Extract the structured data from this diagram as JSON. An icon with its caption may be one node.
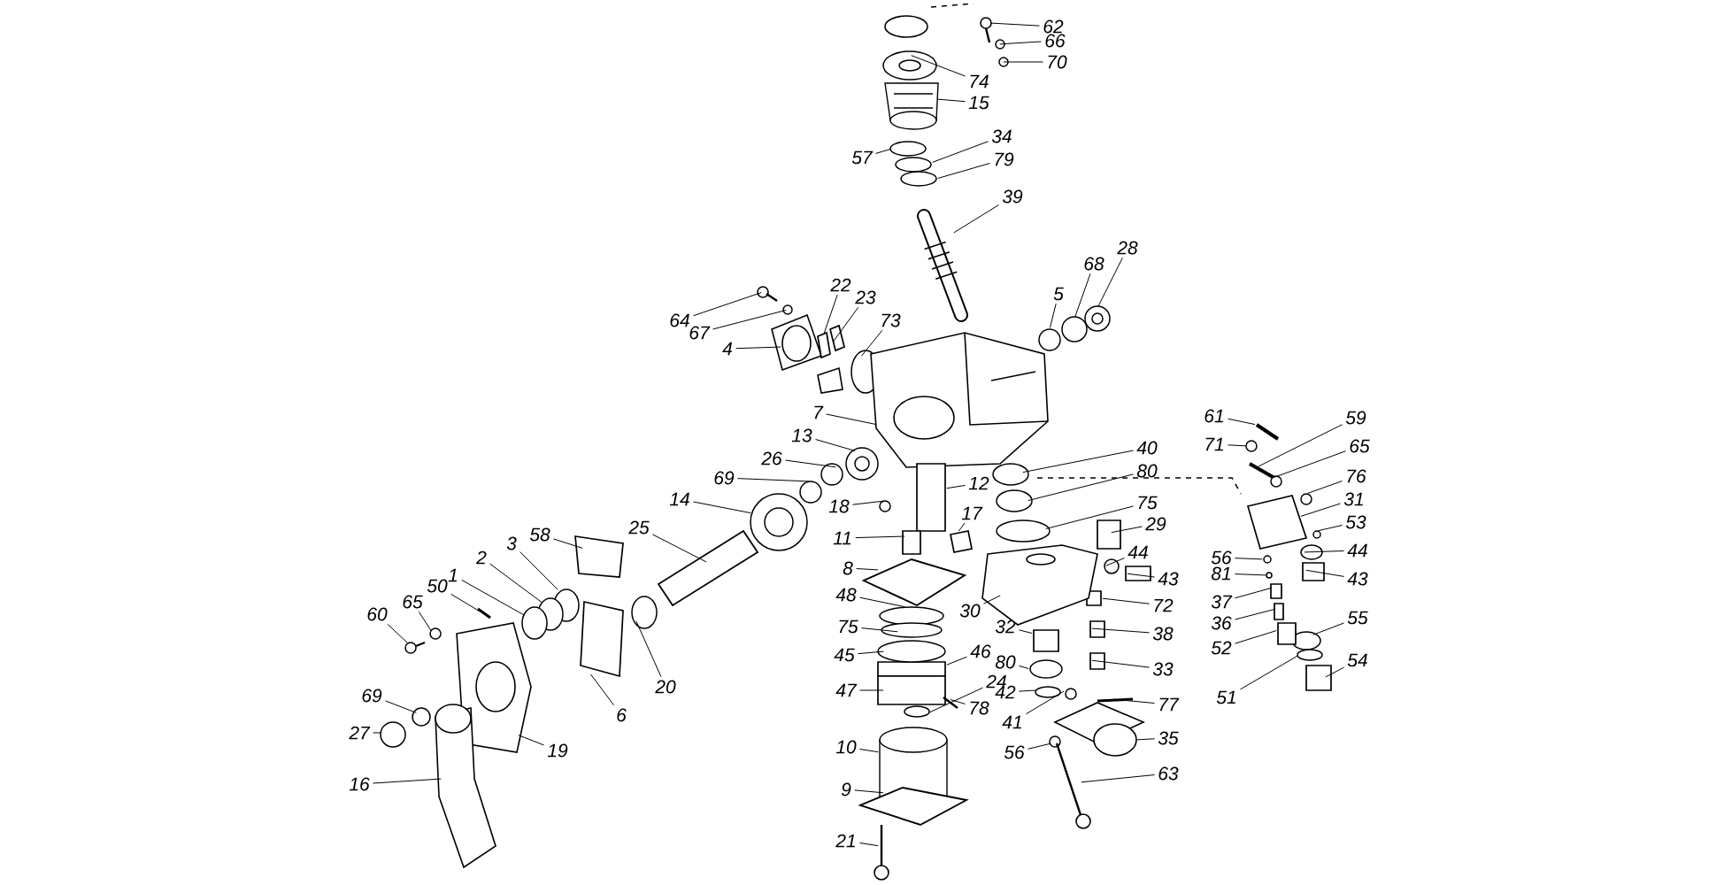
{
  "diagram": {
    "nodes": [
      {
        "text": [
          "62"
        ]
      },
      {
        "text": [
          "66"
        ]
      },
      {
        "text": [
          "70"
        ]
      },
      {
        "text": [
          "74"
        ]
      },
      {
        "text": [
          "15"
        ]
      },
      {
        "text": [
          "34"
        ]
      },
      {
        "text": [
          "57"
        ]
      },
      {
        "text": [
          "79"
        ]
      },
      {
        "text": [
          "39"
        ]
      },
      {
        "text": [
          "64"
        ]
      },
      {
        "text": [
          "67"
        ]
      },
      {
        "text": [
          "4"
        ]
      },
      {
        "text": [
          "22"
        ]
      },
      {
        "text": [
          "23"
        ]
      },
      {
        "text": [
          "73"
        ]
      },
      {
        "text": [
          "5"
        ]
      },
      {
        "text": [
          "68"
        ]
      },
      {
        "text": [
          "28"
        ]
      },
      {
        "text": [
          "7"
        ]
      },
      {
        "text": [
          "61"
        ]
      },
      {
        "text": [
          "59"
        ]
      },
      {
        "text": [
          "13"
        ]
      },
      {
        "text": [
          "71"
        ]
      },
      {
        "text": [
          "65"
        ]
      },
      {
        "text": [
          "40"
        ]
      },
      {
        "text": [
          "26"
        ]
      },
      {
        "text": [
          "80"
        ]
      },
      {
        "text": [
          "76"
        ]
      },
      {
        "text": [
          "12"
        ]
      },
      {
        "text": [
          "69"
        ]
      },
      {
        "text": [
          "75"
        ]
      },
      {
        "text": [
          "31"
        ]
      },
      {
        "text": [
          "14"
        ]
      },
      {
        "text": [
          "18"
        ]
      },
      {
        "text": [
          "17"
        ]
      },
      {
        "text": [
          "53"
        ]
      },
      {
        "text": [
          "29"
        ]
      },
      {
        "text": [
          "25"
        ]
      },
      {
        "text": [
          "58"
        ]
      },
      {
        "text": [
          "11"
        ]
      },
      {
        "text": [
          "3"
        ]
      },
      {
        "text": [
          "44"
        ]
      },
      {
        "text": [
          "44"
        ]
      },
      {
        "text": [
          "2"
        ]
      },
      {
        "text": [
          "56"
        ]
      },
      {
        "text": [
          "8"
        ]
      },
      {
        "text": [
          "43"
        ]
      },
      {
        "text": [
          "43"
        ]
      },
      {
        "text": [
          "81"
        ]
      },
      {
        "text": [
          "1"
        ]
      },
      {
        "text": [
          "50"
        ]
      },
      {
        "text": [
          "48"
        ]
      },
      {
        "text": [
          "65"
        ]
      },
      {
        "text": [
          "37"
        ]
      },
      {
        "text": [
          "72"
        ]
      },
      {
        "text": [
          "30"
        ]
      },
      {
        "text": [
          "60"
        ]
      },
      {
        "text": [
          "36"
        ]
      },
      {
        "text": [
          "55"
        ]
      },
      {
        "text": [
          "75"
        ]
      },
      {
        "text": [
          "32"
        ]
      },
      {
        "text": [
          "38"
        ]
      },
      {
        "text": [
          "52"
        ]
      },
      {
        "text": [
          "46"
        ]
      },
      {
        "text": [
          "45"
        ]
      },
      {
        "text": [
          "54"
        ]
      },
      {
        "text": [
          "80"
        ]
      },
      {
        "text": [
          "33"
        ]
      },
      {
        "text": [
          "20"
        ]
      },
      {
        "text": [
          "47"
        ]
      },
      {
        "text": [
          "24"
        ]
      },
      {
        "text": [
          "42"
        ]
      },
      {
        "text": [
          "69"
        ]
      },
      {
        "text": [
          "51"
        ]
      },
      {
        "text": [
          "77"
        ]
      },
      {
        "text": [
          "78"
        ]
      },
      {
        "text": [
          "41"
        ]
      },
      {
        "text": [
          "6"
        ]
      },
      {
        "text": [
          "27"
        ]
      },
      {
        "text": [
          "10"
        ]
      },
      {
        "text": [
          "19"
        ]
      },
      {
        "text": [
          "56"
        ]
      },
      {
        "text": [
          "35"
        ]
      },
      {
        "text": [
          "63"
        ]
      },
      {
        "text": [
          "16"
        ]
      },
      {
        "text": [
          "9"
        ]
      },
      {
        "text": [
          "21"
        ]
      },
      {
        "text": [],
        "shape": "picture"
      },
      {
        "text": [],
        "shape": "circle"
      },
      {
        "text": [],
        "shape": "circle"
      },
      {
        "text": [],
        "shape": "circle"
      },
      {
        "text": [],
        "shape": "cylinder"
      },
      {
        "text": [],
        "shape": "circle"
      },
      {
        "text": [],
        "shape": "circle"
      },
      {
        "text": [],
        "shape": "circle"
      },
      {
        "text": [],
        "shape": "picture"
      },
      {
        "text": [],
        "shape": "picture"
      },
      {
        "text": [],
        "shape": "circle"
      },
      {
        "text": [],
        "shape": "picture"
      },
      {
        "text": [],
        "shape": "box"
      },
      {
        "text": [],
        "shape": "box"
      },
      {
        "text": [],
        "shape": "circle"
      },
      {
        "text": [],
        "shape": "circle"
      },
      {
        "text": [],
        "shape": "circle"
      },
      {
        "text": [],
        "shape": "circle"
      },
      {
        "text": [],
        "shape": "picture"
      },
      {
        "text": [],
        "shape": "bar"
      },
      {
        "text": [],
        "shape": "bar"
      },
      {
        "text": [],
        "shape": "circle"
      },
      {
        "text": [],
        "shape": "circle"
      },
      {
        "text": [],
        "shape": "circle"
      },
      {
        "text": [],
        "shape": "circle"
      },
      {
        "text": [],
        "shape": "circle"
      },
      {
        "text": [],
        "shape": "circle"
      },
      {
        "text": [],
        "shape": "circle"
      },
      {
        "text": [],
        "shape": "box"
      },
      {
        "text": [],
        "shape": "circle"
      },
      {
        "text": [],
        "shape": "circle"
      },
      {
        "text": [],
        "shape": "box"
      },
      {
        "text": [],
        "shape": "circle"
      },
      {
        "text": [],
        "shape": "circle"
      },
      {
        "text": [],
        "shape": "box"
      },
      {
        "text": [],
        "shape": "circle"
      },
      {
        "text": [],
        "shape": "box"
      },
      {
        "text": [],
        "shape": "bar"
      },
      {
        "text": [],
        "shape": "box"
      },
      {
        "text": [],
        "shape": "box"
      },
      {
        "text": [],
        "shape": "circle"
      },
      {
        "text": [],
        "shape": "circle"
      },
      {
        "text": [],
        "shape": "circle"
      },
      {
        "text": [],
        "shape": "circle"
      },
      {
        "text": [],
        "shape": "circle"
      },
      {
        "text": [],
        "shape": "diamond"
      },
      {
        "text": [],
        "shape": "box"
      },
      {
        "text": [],
        "shape": "box"
      },
      {
        "text": [],
        "shape": "circle"
      },
      {
        "text": [],
        "shape": "circle"
      },
      {
        "text": [],
        "shape": "bar"
      },
      {
        "text": [],
        "shape": "circle"
      },
      {
        "text": [],
        "shape": "circle"
      },
      {
        "text": [],
        "shape": "box"
      },
      {
        "text": [],
        "shape": "box"
      },
      {
        "text": [],
        "shape": "picture"
      },
      {
        "text": [],
        "shape": "circle"
      },
      {
        "text": [],
        "shape": "box"
      },
      {
        "text": [],
        "shape": "circle"
      },
      {
        "text": [],
        "shape": "circle"
      },
      {
        "text": [],
        "shape": "box"
      },
      {
        "text": [],
        "shape": "box"
      },
      {
        "text": [],
        "shape": "box"
      },
      {
        "text": [],
        "shape": "box"
      },
      {
        "text": [],
        "shape": "circle"
      },
      {
        "text": [],
        "shape": "box"
      },
      {
        "text": [],
        "shape": "circle"
      },
      {
        "text": [],
        "shape": "box"
      },
      {
        "text": [],
        "shape": "circle"
      },
      {
        "text": [],
        "shape": "box"
      },
      {
        "text": [],
        "shape": "circle"
      },
      {
        "text": [],
        "shape": "circle"
      },
      {
        "text": [],
        "shape": "circle"
      },
      {
        "text": [],
        "shape": "circle"
      },
      {
        "text": [],
        "shape": "bar"
      },
      {
        "text": [],
        "shape": "bar"
      },
      {
        "text": [],
        "shape": "circle"
      },
      {
        "text": [],
        "shape": "box"
      },
      {
        "text": [],
        "shape": "circle"
      },
      {
        "text": [],
        "shape": "cylinder"
      },
      {
        "text": [],
        "shape": "picture"
      },
      {
        "text": [],
        "shape": "circle"
      },
      {
        "text": [],
        "shape": "picture"
      },
      {
        "text": [],
        "shape": "picture"
      },
      {
        "text": [],
        "shape": "picture"
      },
      {
        "text": [],
        "shape": "diamond"
      },
      {
        "text": [],
        "shape": "picture"
      }
    ],
    "edges": [
      {
        "from": 0,
        "to": 87,
        "arrow": "none"
      },
      {
        "from": 1,
        "to": 88,
        "arrow": "none"
      },
      {
        "from": 2,
        "to": 89,
        "arrow": "none"
      },
      {
        "from": 3,
        "to": 90,
        "arrow": "none"
      },
      {
        "from": 4,
        "to": 91,
        "arrow": "none"
      },
      {
        "from": 5,
        "to": 92,
        "arrow": "none"
      },
      {
        "from": 6,
        "to": 93,
        "arrow": "none"
      },
      {
        "from": 7,
        "to": 94,
        "arrow": "none"
      },
      {
        "from": 8,
        "to": 95,
        "arrow": "none"
      },
      {
        "from": 9,
        "to": 96,
        "arrow": "none"
      },
      {
        "from": 10,
        "to": 97,
        "arrow": "none"
      },
      {
        "from": 11,
        "to": 98,
        "arrow": "none"
      },
      {
        "from": 12,
        "to": 99,
        "arrow": "none"
      },
      {
        "from": 13,
        "to": 100,
        "arrow": "none"
      },
      {
        "from": 14,
        "to": 101,
        "arrow": "none"
      },
      {
        "from": 15,
        "to": 102,
        "arrow": "none"
      },
      {
        "from": 16,
        "to": 103,
        "arrow": "none"
      },
      {
        "from": 17,
        "to": 104,
        "arrow": "none"
      },
      {
        "from": 18,
        "to": 105,
        "arrow": "none"
      },
      {
        "from": 19,
        "to": 106,
        "arrow": "none"
      },
      {
        "from": 20,
        "to": 107,
        "arrow": "none"
      },
      {
        "from": 21,
        "to": 108,
        "arrow": "none"
      },
      {
        "from": 22,
        "to": 109,
        "arrow": "none"
      },
      {
        "from": 23,
        "to": 110,
        "arrow": "none"
      },
      {
        "from": 24,
        "to": 111,
        "arrow": "none"
      },
      {
        "from": 25,
        "to": 112,
        "arrow": "none"
      },
      {
        "from": 26,
        "to": 113,
        "arrow": "none"
      },
      {
        "from": 27,
        "to": 114,
        "arrow": "none"
      },
      {
        "from": 28,
        "to": 115,
        "arrow": "none"
      },
      {
        "from": 29,
        "to": 116,
        "arrow": "none"
      },
      {
        "from": 30,
        "to": 117,
        "arrow": "none"
      },
      {
        "from": 31,
        "to": 118,
        "arrow": "none"
      },
      {
        "from": 32,
        "to": 119,
        "arrow": "none"
      },
      {
        "from": 33,
        "to": 120,
        "arrow": "none"
      },
      {
        "from": 34,
        "to": 121,
        "arrow": "none"
      },
      {
        "from": 35,
        "to": 122,
        "arrow": "none"
      },
      {
        "from": 36,
        "to": 123,
        "arrow": "none"
      },
      {
        "from": 37,
        "to": 124,
        "arrow": "none"
      },
      {
        "from": 38,
        "to": 125,
        "arrow": "none"
      },
      {
        "from": 39,
        "to": 126,
        "arrow": "none"
      },
      {
        "from": 40,
        "to": 127,
        "arrow": "none"
      },
      {
        "from": 41,
        "to": 128,
        "arrow": "none"
      },
      {
        "from": 42,
        "to": 129,
        "arrow": "none"
      },
      {
        "from": 43,
        "to": 130,
        "arrow": "none"
      },
      {
        "from": 44,
        "to": 131,
        "arrow": "none"
      },
      {
        "from": 45,
        "to": 132,
        "arrow": "none"
      },
      {
        "from": 46,
        "to": 133,
        "arrow": "none"
      },
      {
        "from": 47,
        "to": 134,
        "arrow": "none"
      },
      {
        "from": 48,
        "to": 135,
        "arrow": "none"
      },
      {
        "from": 49,
        "to": 136,
        "arrow": "none"
      },
      {
        "from": 50,
        "to": 137,
        "arrow": "none"
      },
      {
        "from": 51,
        "to": 138,
        "arrow": "none"
      },
      {
        "from": 52,
        "to": 139,
        "arrow": "none"
      },
      {
        "from": 53,
        "to": 140,
        "arrow": "none"
      },
      {
        "from": 54,
        "to": 141,
        "arrow": "none"
      },
      {
        "from": 55,
        "to": 142,
        "arrow": "none"
      },
      {
        "from": 56,
        "to": 143,
        "arrow": "none"
      },
      {
        "from": 57,
        "to": 144,
        "arrow": "none"
      },
      {
        "from": 58,
        "to": 145,
        "arrow": "none"
      },
      {
        "from": 59,
        "to": 146,
        "arrow": "none"
      },
      {
        "from": 60,
        "to": 147,
        "arrow": "none"
      },
      {
        "from": 61,
        "to": 148,
        "arrow": "none"
      },
      {
        "from": 62,
        "to": 149,
        "arrow": "none"
      },
      {
        "from": 63,
        "to": 150,
        "arrow": "none"
      },
      {
        "from": 64,
        "to": 151,
        "arrow": "none"
      },
      {
        "from": 65,
        "to": 152,
        "arrow": "none"
      },
      {
        "from": 66,
        "to": 153,
        "arrow": "none"
      },
      {
        "from": 67,
        "to": 154,
        "arrow": "none"
      },
      {
        "from": 68,
        "to": 155,
        "arrow": "none"
      },
      {
        "from": 69,
        "to": 156,
        "arrow": "none"
      },
      {
        "from": 70,
        "to": 157,
        "arrow": "none"
      },
      {
        "from": 71,
        "to": 158,
        "arrow": "none"
      },
      {
        "from": 72,
        "to": 159,
        "arrow": "none"
      },
      {
        "from": 73,
        "to": 160,
        "arrow": "none"
      },
      {
        "from": 74,
        "to": 161,
        "arrow": "none"
      },
      {
        "from": 75,
        "to": 162,
        "arrow": "none"
      },
      {
        "from": 76,
        "to": 163,
        "arrow": "none"
      },
      {
        "from": 77,
        "to": 164,
        "arrow": "none"
      },
      {
        "from": 78,
        "to": 165,
        "arrow": "none"
      },
      {
        "from": 79,
        "to": 166,
        "arrow": "none"
      },
      {
        "from": 80,
        "to": 167,
        "arrow": "none"
      },
      {
        "from": 81,
        "to": 168,
        "arrow": "none"
      },
      {
        "from": 82,
        "to": 169,
        "arrow": "none"
      },
      {
        "from": 83,
        "to": 170,
        "arrow": "none"
      },
      {
        "from": 84,
        "to": 171,
        "arrow": "none"
      },
      {
        "from": 85,
        "to": 172,
        "arrow": "none"
      },
      {
        "from": 86,
        "to": 173,
        "arrow": "none"
      }
    ]
  }
}
